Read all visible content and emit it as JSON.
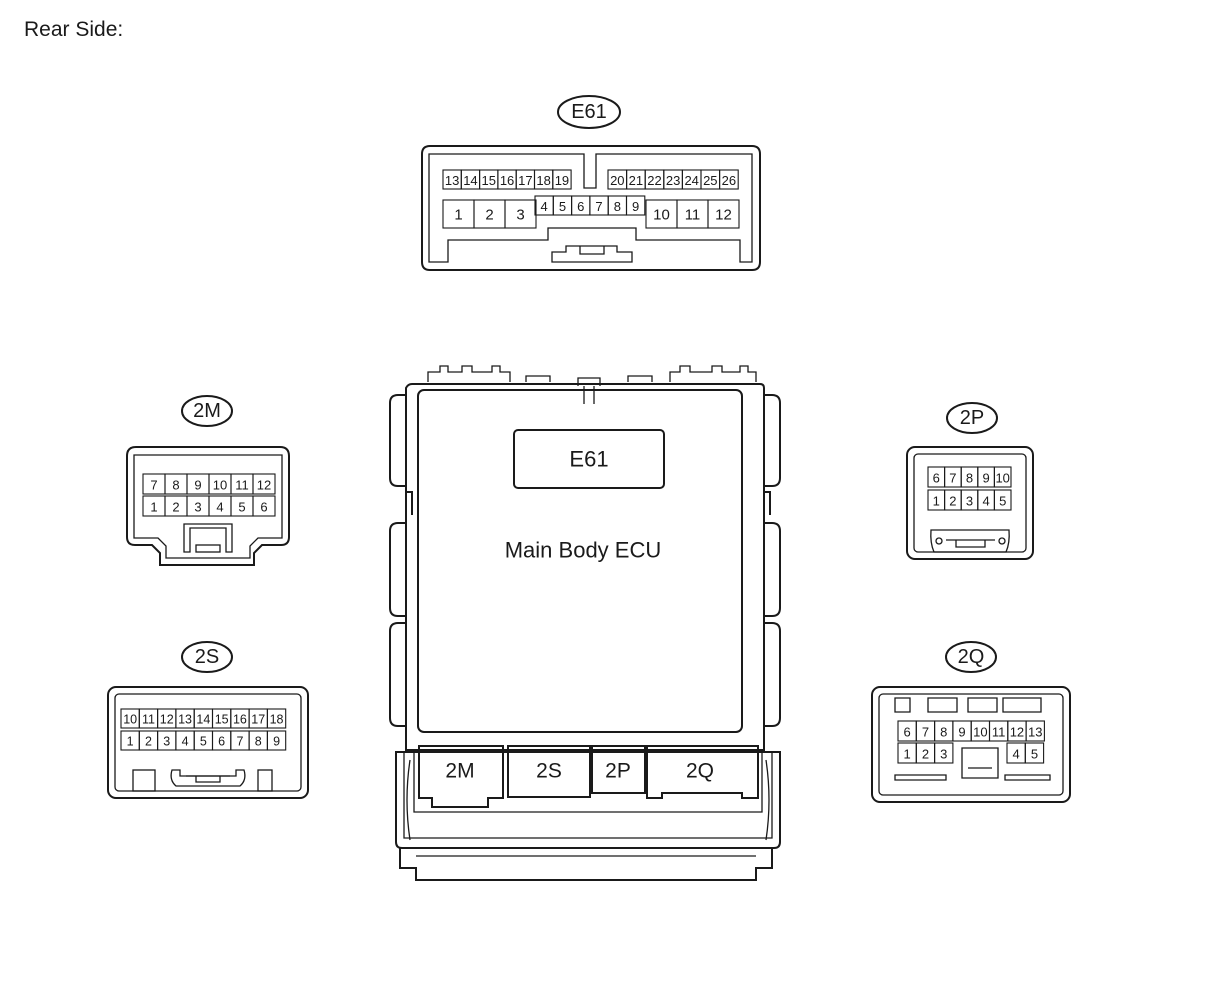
{
  "heading": "Rear Side:",
  "ecu": {
    "label": "Main Body ECU",
    "top_socket": "E61",
    "bottom_sockets": [
      "2M",
      "2S",
      "2P",
      "2Q"
    ]
  },
  "connectors": {
    "E61": {
      "tag": "E61",
      "top_left": [
        "13",
        "14",
        "15",
        "16",
        "17",
        "18",
        "19"
      ],
      "top_right": [
        "20",
        "21",
        "22",
        "23",
        "24",
        "25",
        "26"
      ],
      "bottom_left": [
        "1",
        "2",
        "3"
      ],
      "bottom_mid": [
        "4",
        "5",
        "6",
        "7",
        "8",
        "9"
      ],
      "bottom_right": [
        "10",
        "11",
        "12"
      ]
    },
    "2M": {
      "tag": "2M",
      "top": [
        "7",
        "8",
        "9",
        "10",
        "11",
        "12"
      ],
      "bottom": [
        "1",
        "2",
        "3",
        "4",
        "5",
        "6"
      ]
    },
    "2P": {
      "tag": "2P",
      "top": [
        "6",
        "7",
        "8",
        "9",
        "10"
      ],
      "bottom": [
        "1",
        "2",
        "3",
        "4",
        "5"
      ]
    },
    "2S": {
      "tag": "2S",
      "top": [
        "10",
        "11",
        "12",
        "13",
        "14",
        "15",
        "16",
        "17",
        "18"
      ],
      "bottom": [
        "1",
        "2",
        "3",
        "4",
        "5",
        "6",
        "7",
        "8",
        "9"
      ]
    },
    "2Q": {
      "tag": "2Q",
      "top": [
        "6",
        "7",
        "8",
        "9",
        "10",
        "11",
        "12",
        "13"
      ],
      "bottom_left": [
        "1",
        "2",
        "3"
      ],
      "bottom_right": [
        "4",
        "5"
      ]
    }
  }
}
